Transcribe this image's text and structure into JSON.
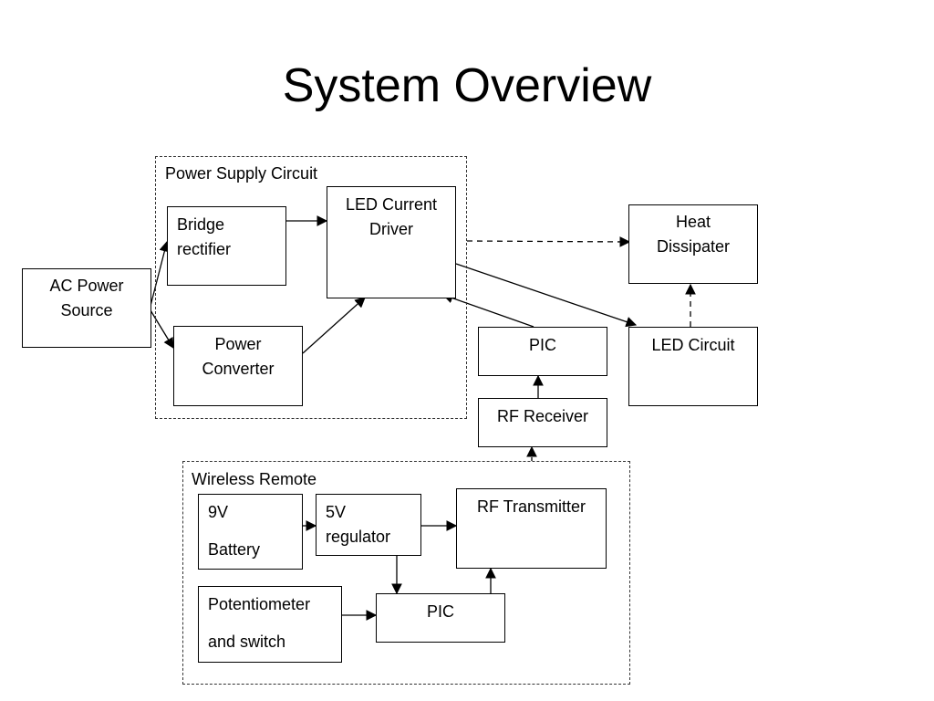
{
  "slide": {
    "title": "System Overview"
  },
  "groups": {
    "power_supply": {
      "label": "Power Supply Circuit"
    },
    "wireless_remote": {
      "label": "Wireless Remote"
    }
  },
  "blocks": {
    "ac_power_source": {
      "line1": "AC Power",
      "line2": "Source"
    },
    "bridge_rectifier": {
      "line1": "Bridge",
      "line2": "rectifier"
    },
    "power_converter": {
      "line1": "Power",
      "line2": "Converter"
    },
    "led_current_driver": {
      "line1": "LED Current",
      "line2": "Driver"
    },
    "heat_dissipater": {
      "line1": "Heat",
      "line2": "Dissipater"
    },
    "led_circuit": {
      "line1": "LED Circuit"
    },
    "pic_receiver_side": {
      "line1": "PIC"
    },
    "rf_receiver": {
      "line1": "RF Receiver"
    },
    "battery_9v": {
      "line1": "9V",
      "line2": "Battery"
    },
    "regulator_5v": {
      "line1": "5V",
      "line2": "regulator"
    },
    "rf_transmitter": {
      "line1": "RF Transmitter"
    },
    "potentiometer_switch": {
      "line1": "Potentiometer",
      "line2": "and switch"
    },
    "pic_remote_side": {
      "line1": "PIC"
    }
  }
}
